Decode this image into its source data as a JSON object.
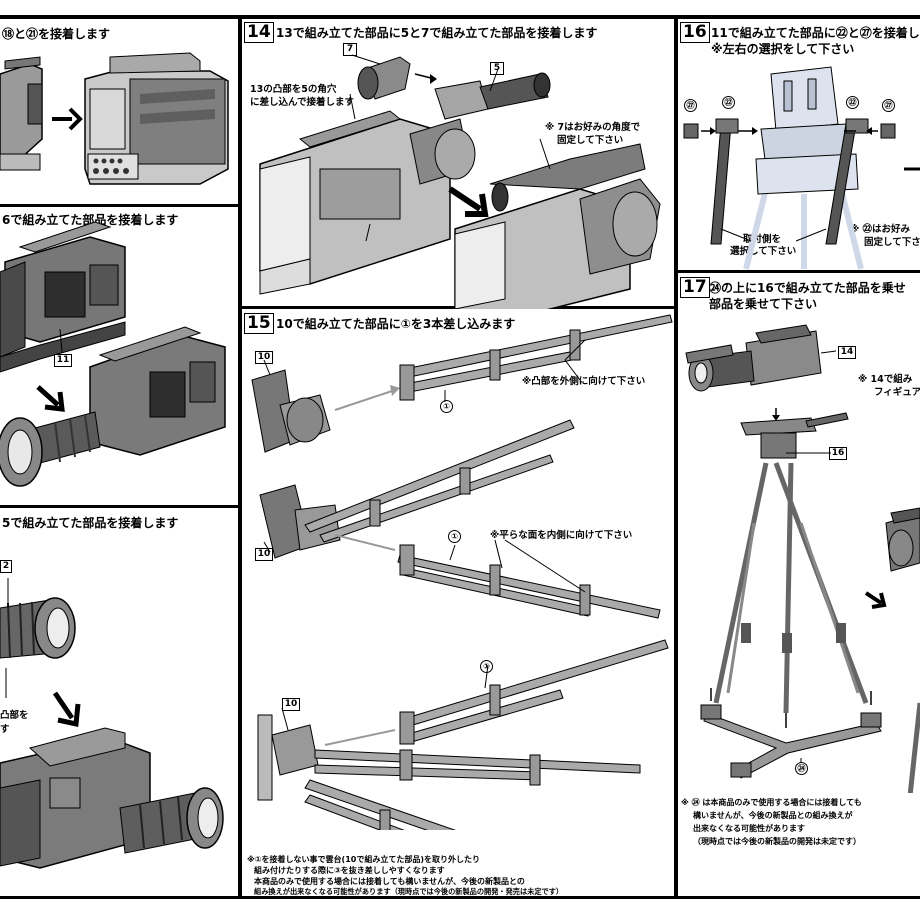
{
  "steps": {
    "s13": {
      "title": "⑱と㉑を接着します"
    },
    "s14": {
      "number": "14",
      "title": "13で組み立てた部品に5と7で組み立てた部品を接着します",
      "callout_7": "7",
      "callout_5": "5",
      "callout_13": "13",
      "note_a1": "13の凸部を5の角穴",
      "note_a2": "に差し込んで接着します",
      "note_b1": "※ 7はお好みの角度で",
      "note_b2": "固定して下さい"
    },
    "s16": {
      "number": "16",
      "title": "11で組み立てた部品に㉒と㉗を接着し",
      "subtitle": "※左右の選択をして下さい",
      "label_27": "㉗",
      "label_22": "㉒",
      "note_c1": "取付側を",
      "note_c2": "選択して下さい",
      "note_d1": "※ ㉒はお好み",
      "note_d2": "固定して下さ"
    },
    "s_mid_left": {
      "title": "6で組み立てた部品を接着します",
      "callout_11": "11"
    },
    "s_low_left": {
      "title": "5で組み立てた部品を接着します",
      "callout_12": "2",
      "note_e1": "凸部を",
      "note_e2": "す"
    },
    "s15": {
      "number": "15",
      "title": "10で組み立てた部品に①を3本差し込みます",
      "callout_10": "10",
      "label_1": "①",
      "note_f": "※凸部を外側に向けて下さい",
      "note_g": "※平らな面を内側に向けて下さい",
      "foot_1": "※①を接着しない事で雲台(10で組み立てた部品)を取り外したり",
      "foot_2": "組み付けたりする際に③を抜き差ししやすくなります",
      "foot_3": "本商品のみで使用する場合には接着しても構いませんが、今後の新製品との",
      "foot_4": "組み換えが出来なくなる可能性があります（現時点では今後の新製品の開発・発売は未定です）"
    },
    "s17": {
      "number": "17",
      "title": "㉔の上に16で組み立てた部品を乗せ",
      "subtitle": "部品を乗せて下さい",
      "callout_14": "14",
      "callout_16": "16",
      "label_24": "㉔",
      "note_h1": "※ 14で組み",
      "note_h2": "フィギュア",
      "foot_1": "※ ㉔ は本商品のみで使用する場合には接着しても",
      "foot_2": "構いませんが、今後の新製品との組み換えが",
      "foot_3": "出来なくなる可能性があります",
      "foot_4": "（現時点では今後の新製品の開発は未定です）"
    }
  }
}
